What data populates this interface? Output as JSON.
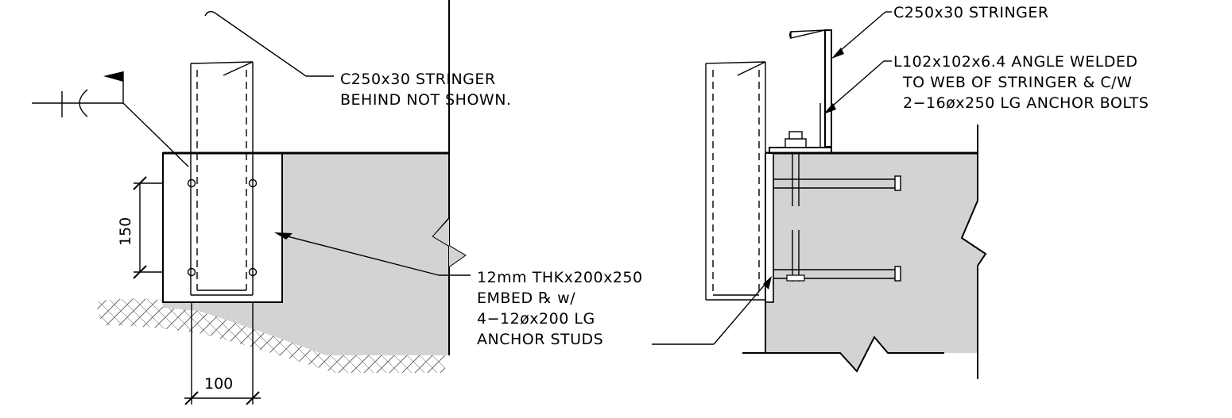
{
  "left_detail": {
    "stringer_note": [
      "C250x30 STRINGER",
      "BEHIND NOT SHOWN."
    ],
    "plate_note": [
      "12mm THKx200x250",
      "EMBED ℞  w/",
      "4−12øx200 LG",
      "ANCHOR STUDS"
    ],
    "dim_vertical": "150",
    "dim_horizontal": "100"
  },
  "right_detail": {
    "stringer_note": "C250x30 STRINGER",
    "angle_note": [
      "L102x102x6.4 ANGLE WELDED",
      "TO WEB OF STRINGER & C/W",
      "2−16øx250 LG ANCHOR BOLTS"
    ]
  }
}
